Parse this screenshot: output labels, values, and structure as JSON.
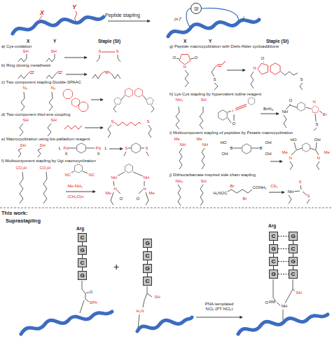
{
  "diagram": {
    "nodes": [
      {
        "text": [
          "St"
        ]
      },
      {
        "text": [
          "C"
        ]
      },
      {
        "text": [
          "G"
        ]
      },
      {
        "text": [
          "C"
        ]
      },
      {
        "text": [
          "G"
        ]
      },
      {
        "text": [
          "G"
        ]
      },
      {
        "text": [
          "C"
        ]
      },
      {
        "text": [
          "G"
        ]
      },
      {
        "text": [
          "C"
        ]
      },
      {
        "text": [
          "C"
        ]
      },
      {
        "text": [
          "G"
        ]
      },
      {
        "text": [
          "C"
        ]
      },
      {
        "text": [
          "G"
        ]
      },
      {
        "text": [
          "G"
        ]
      },
      {
        "text": [
          "C"
        ]
      },
      {
        "text": [
          "G"
        ]
      },
      {
        "text": [
          "C"
        ]
      }
    ],
    "edges": [
      {
        "from": 1,
        "to": 2,
        "arrow": "none"
      },
      {
        "from": 2,
        "to": 3,
        "arrow": "none"
      },
      {
        "from": 3,
        "to": 4,
        "arrow": "none"
      },
      {
        "from": 5,
        "to": 6,
        "arrow": "none"
      },
      {
        "from": 6,
        "to": 7,
        "arrow": "none"
      },
      {
        "from": 7,
        "to": 8,
        "arrow": "none"
      },
      {
        "from": 9,
        "to": 10,
        "arrow": "none"
      },
      {
        "from": 10,
        "to": 11,
        "arrow": "none"
      },
      {
        "from": 11,
        "to": 12,
        "arrow": "none"
      },
      {
        "from": 13,
        "to": 14,
        "arrow": "none"
      },
      {
        "from": 14,
        "to": 15,
        "arrow": "none"
      },
      {
        "from": 15,
        "to": 16,
        "arrow": "none"
      },
      {
        "from": 9,
        "to": 13,
        "arrow": "none"
      },
      {
        "from": 10,
        "to": 14,
        "arrow": "none"
      },
      {
        "from": 11,
        "to": 15,
        "arrow": "none"
      },
      {
        "from": 12,
        "to": 16,
        "arrow": "none"
      }
    ],
    "labels": [
      "X",
      "Y",
      "Peptide stapling",
      "i+7",
      "i",
      "X",
      "Y",
      "Staple (St)",
      "X",
      "Y",
      "Staple (St)",
      "a) Cys-oxidation",
      "SH",
      "SH",
      "S",
      "S",
      "b) Ring closing metathesis",
      "c) Two component stapling Double-SPAAC",
      "N₃",
      "N₃",
      "d) Two-component thiol-ene coupling",
      "SH",
      "SH",
      "S",
      "S",
      "e) Macrocyclization using bis-palladium reagent",
      "SH",
      "SH",
      "L",
      "Pd",
      "X",
      "Pd",
      "X",
      "L",
      "S",
      "S",
      "f) Multicomponent stapling by Ugi macrocyclization",
      "CO₂H",
      "CO₂H",
      "NC",
      "NC",
      "Me-NH₂",
      "(CH₂O)n",
      "NH",
      "NH",
      "N",
      "N",
      "Me",
      "Me",
      "O",
      "O",
      "g) Peptide macrocyclization with Diels-Alder cycloadditions",
      "O",
      "O",
      "N",
      "S",
      "O",
      "N",
      "S",
      "h) Lys-Cys stapling by hypervalent iodine reagent",
      "NH₂",
      "SH",
      "I",
      "O",
      "BnN₃",
      "O",
      "NH",
      "N",
      "Br",
      "S",
      "i) Multicomponent stapling of peptides by Petasis macrocyclization",
      "Me",
      "NH",
      "Me",
      "NH",
      "HO",
      "B",
      "OH",
      "B",
      "OH",
      "OH",
      "Me",
      "N",
      "Me",
      "N",
      "HO",
      "OH",
      "j) Dithiocarbamate-inspired side chain stapling",
      "NH₂",
      "SH",
      "H₂NOC",
      "Br",
      "Br",
      "CONH₂",
      "CS₂",
      "S",
      "NH",
      "S",
      "This work:",
      "Suprastapling",
      "Arg",
      "O",
      "SPh",
      "+",
      "SH",
      "H₂N",
      "PNA-templated NCL (PT-NCL)",
      "Arg",
      "O",
      "NH",
      "SH"
    ]
  }
}
